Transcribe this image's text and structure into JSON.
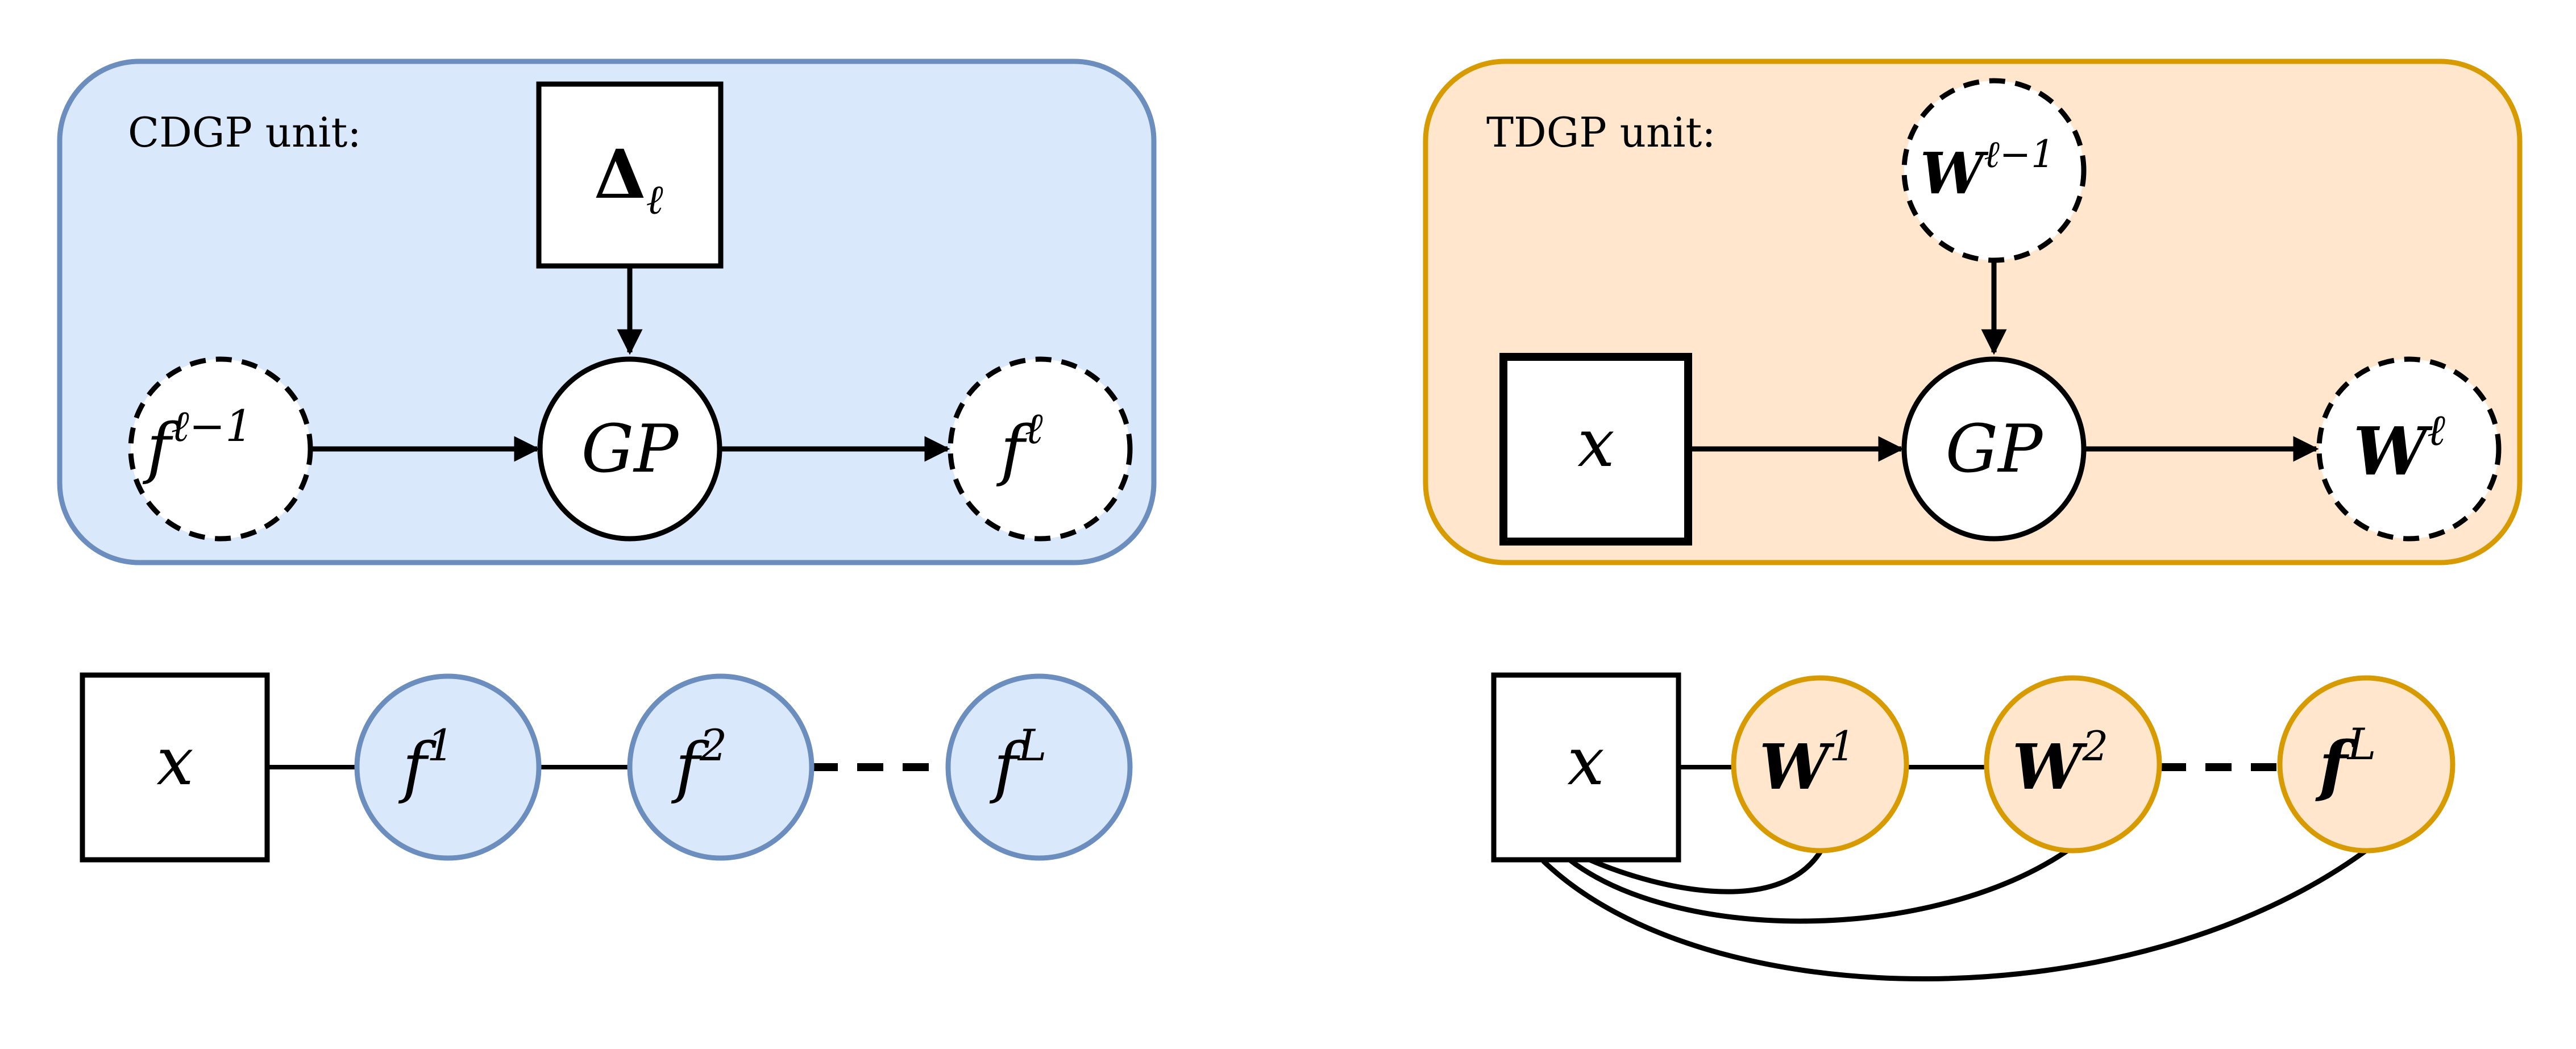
{
  "colors": {
    "cdgp_fill": "#dae8fc",
    "cdgp_stroke": "#6c8ebf",
    "tdgp_fill": "#ffe6cc",
    "tdgp_stroke": "#d79b00",
    "stroke": "#000000"
  },
  "cdgp": {
    "title": "CDGP unit:",
    "delta": {
      "base": "Δ",
      "sub": "ℓ"
    },
    "input": {
      "base": "f",
      "sup": "ℓ−1"
    },
    "gp": "GP",
    "output": {
      "base": "f",
      "sup": "ℓ"
    }
  },
  "tdgp": {
    "title": "TDGP unit:",
    "w_prev": {
      "base": "W",
      "sup": "ℓ−1"
    },
    "x": "x",
    "gp": "GP",
    "output": {
      "base": "W",
      "sup": "ℓ"
    }
  },
  "cdgp_chain": {
    "x": "x",
    "nodes": [
      {
        "base": "f",
        "sup": "1"
      },
      {
        "base": "f",
        "sup": "2"
      },
      {
        "base": "f",
        "sup": "L"
      }
    ]
  },
  "tdgp_chain": {
    "x": "x",
    "nodes": [
      {
        "base": "W",
        "sup": "1"
      },
      {
        "base": "W",
        "sup": "2"
      },
      {
        "base": "f",
        "sup": "L"
      }
    ]
  }
}
